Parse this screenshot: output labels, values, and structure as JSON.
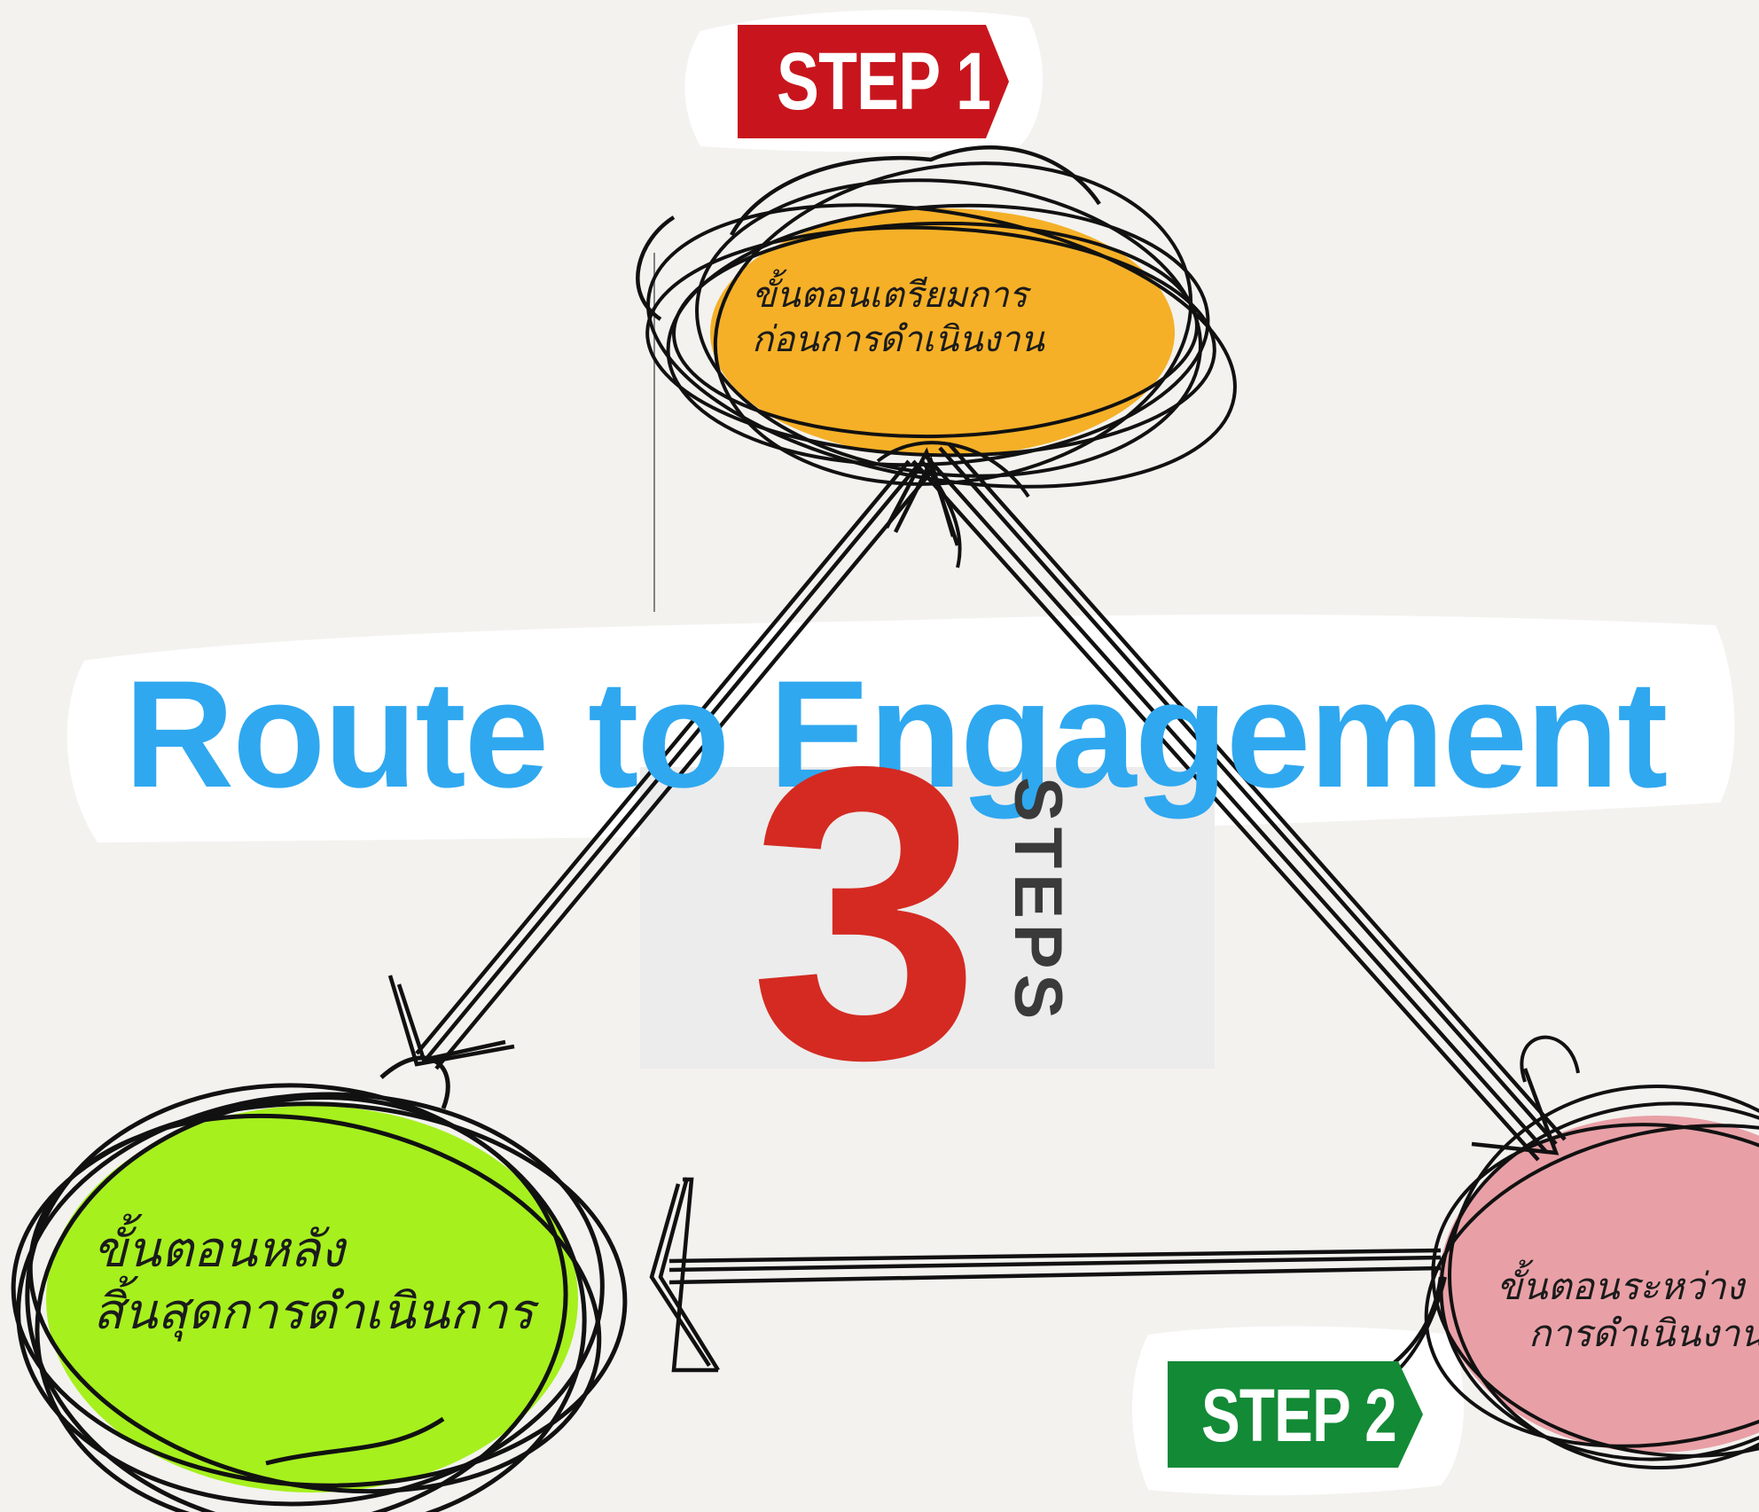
{
  "diagram": {
    "title": "Route to Engagement",
    "center_number": "3",
    "center_label": "STEPS",
    "badges": {
      "step1": {
        "label": "STEP 1",
        "color": "#c8151d"
      },
      "step2": {
        "label": "STEP 2",
        "color": "#138a36"
      }
    },
    "stages": {
      "top": {
        "line1": "ขั้นตอนเตรียมการ",
        "line2": "ก่อนการดำเนินงาน",
        "color": "#f5b027"
      },
      "right": {
        "line1": "ขั้นตอนระหว่าง",
        "line2": "การดำเนินงาน",
        "color": "#e8a0a6"
      },
      "left": {
        "line1": "ขั้นตอนหลัง",
        "line2": "สิ้นสุดการดำเนินการ",
        "color": "#a6f01e"
      }
    },
    "colors": {
      "title": "#2fa8f0",
      "number": "#d42a22",
      "steps_text": "#3a3a3a",
      "panel": "#ececec",
      "paper": "#ffffff",
      "ink": "#111111"
    }
  }
}
